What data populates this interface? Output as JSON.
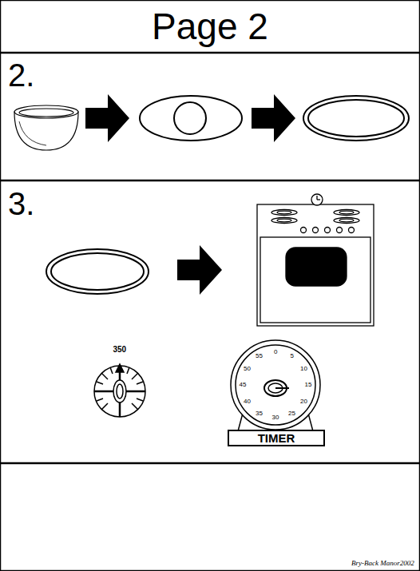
{
  "diagram": {
    "title": "Page 2",
    "nodes": [
      {
        "text": [
          "TIMER"
        ]
      }
    ],
    "labels": [
      "2.",
      "3.",
      "350",
      "0",
      "5",
      "10",
      "15",
      "20",
      "25",
      "30",
      "35",
      "40",
      "45",
      "50",
      "55",
      "Bry-Back Manor2002"
    ]
  }
}
